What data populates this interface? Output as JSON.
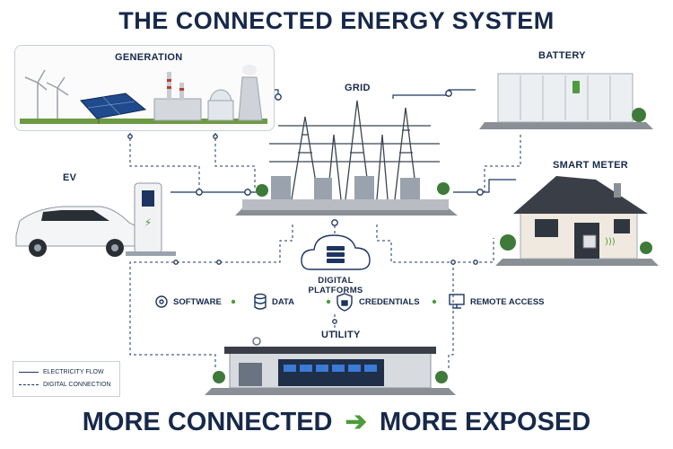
{
  "title": "THE CONNECTED ENERGY SYSTEM",
  "nodes": {
    "generation": "GENERATION",
    "grid": "GRID",
    "battery": "BATTERY",
    "ev": "EV",
    "smart_meter": "SMART METER",
    "digital_platforms": "DIGITAL PLATFORMS",
    "utility": "UTILITY"
  },
  "features": [
    {
      "label": "SOFTWARE",
      "icon": "gear-icon"
    },
    {
      "label": "DATA",
      "icon": "database-icon"
    },
    {
      "label": "CREDENTIALS",
      "icon": "shield-lock-icon"
    },
    {
      "label": "REMOTE ACCESS",
      "icon": "monitor-signal-icon"
    }
  ],
  "legend": {
    "electricity_flow": "ELECTRICITY FLOW",
    "digital_connection": "DIGITAL CONNECTION"
  },
  "footer": {
    "left": "MORE CONNECTED",
    "arrow": "➔",
    "right": "MORE EXPOSED"
  },
  "colors": {
    "navy": "#17294a",
    "accent_green": "#4e9a3c",
    "line": "#1d3560"
  }
}
